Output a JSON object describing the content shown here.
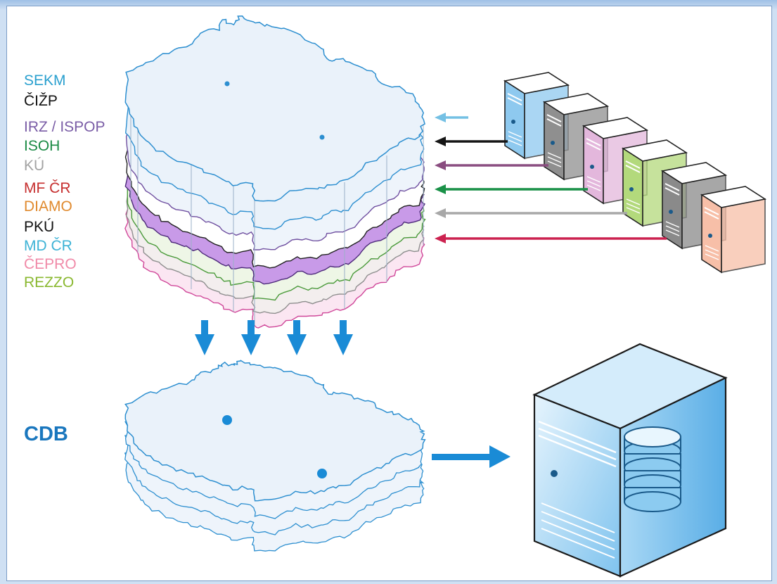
{
  "layers": [
    {
      "label": "SEKM",
      "color": "#2aa0cf"
    },
    {
      "label": "ČIŽP",
      "color": "#111111"
    },
    {
      "label": "IRZ / ISPOP",
      "color": "#7a5da6"
    },
    {
      "label": "ISOH",
      "color": "#1a8a44"
    },
    {
      "label": "KÚ",
      "color": "#a3a3a3"
    },
    {
      "label": "MF ČR",
      "color": "#c62e2e"
    },
    {
      "label": "DIAMO",
      "color": "#e08a2e"
    },
    {
      "label": "PKÚ",
      "color": "#111111"
    },
    {
      "label": "MD ČR",
      "color": "#3db3d6"
    },
    {
      "label": "ČEPRO",
      "color": "#f08aa8"
    },
    {
      "label": "REZZO",
      "color": "#8ab830"
    }
  ],
  "cdb": {
    "label": "CDB",
    "color": "#1a77be"
  },
  "servers": [
    {
      "color": "#8ec9ef",
      "arrow_color": "#74c0e4"
    },
    {
      "color": "#8f8f8f",
      "arrow_color": "#151515"
    },
    {
      "color": "#e3b7dc",
      "arrow_color": "#8a4d80"
    },
    {
      "color": "#b3d97c",
      "arrow_color": "#1a9148"
    },
    {
      "color": "#8a8a8a",
      "arrow_color": "#a8a8a8"
    },
    {
      "color": "#f7bfa8",
      "arrow_color": "#cc2250"
    }
  ],
  "colors": {
    "map_fill": "#eaf2fa",
    "map_outline": "#2d8fd0",
    "arrow_blue": "#1a8bd6",
    "band_purple": "#c89ae8"
  },
  "icons": [
    "map-layer-stack",
    "server-icon",
    "database-icon",
    "arrow-down-icon",
    "arrow-right-icon"
  ]
}
